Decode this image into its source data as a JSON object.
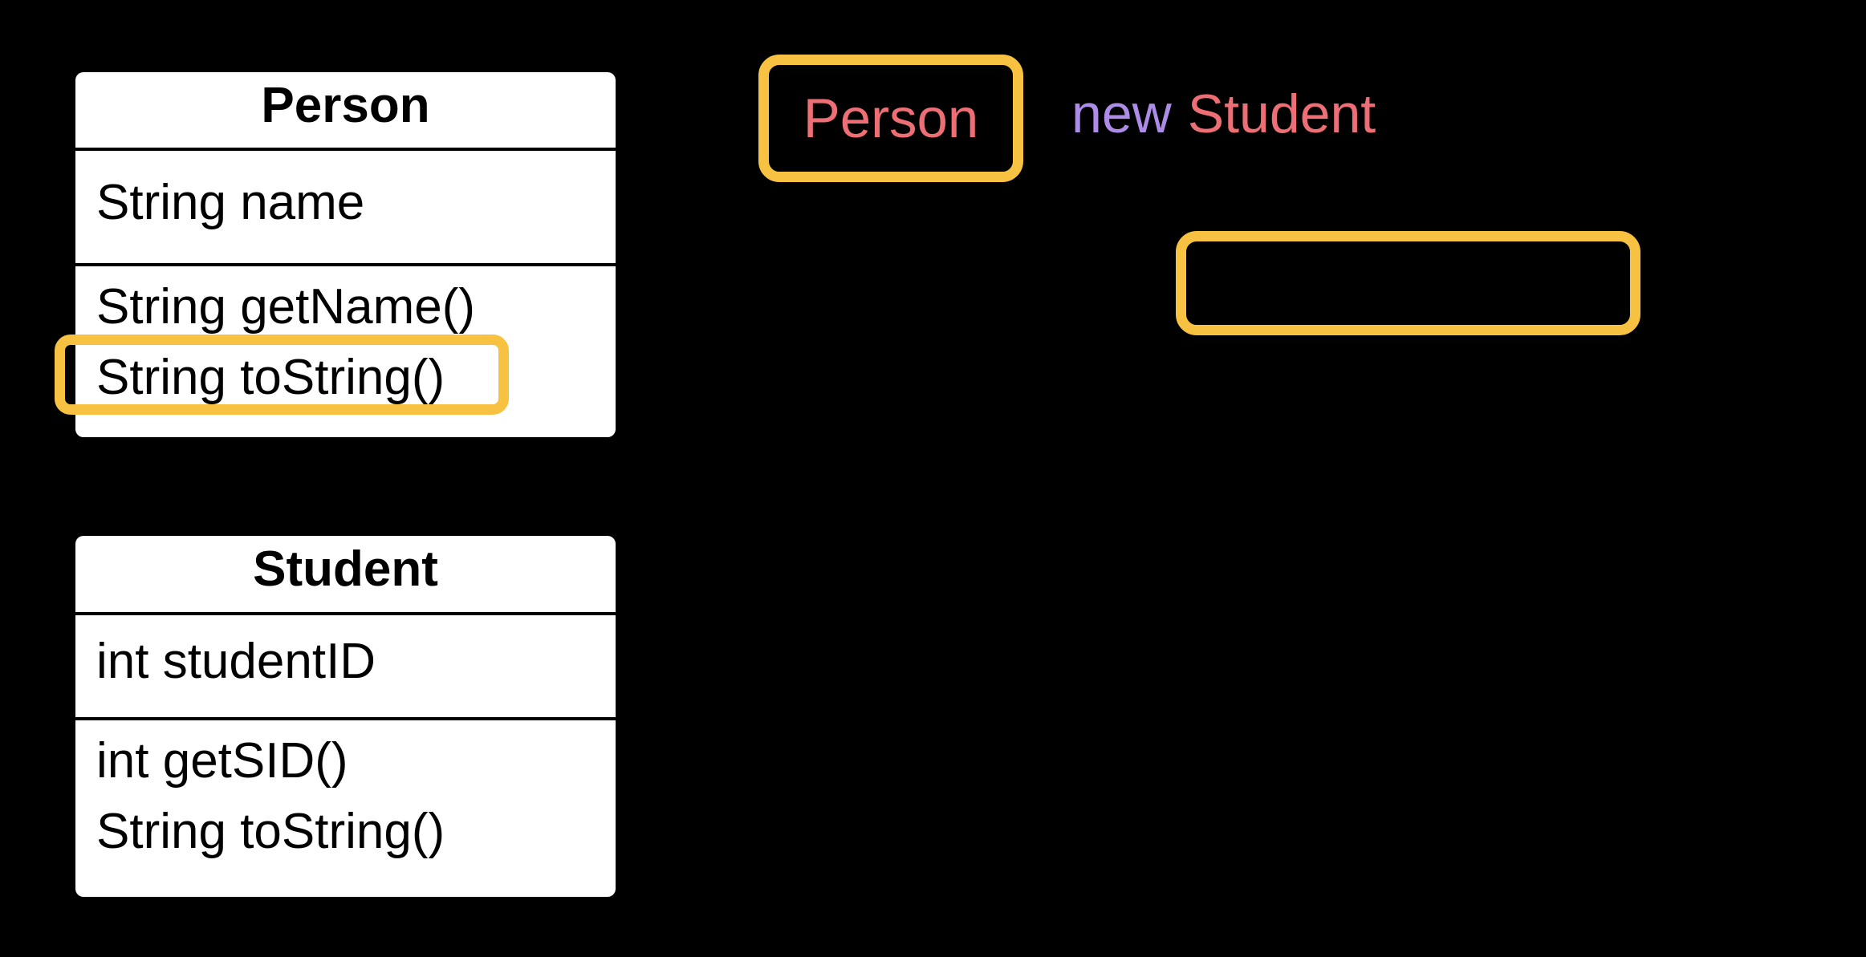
{
  "canvas": {
    "background": "#000000"
  },
  "colors": {
    "highlight_orange": "#F7C242",
    "type_red": "#ED6F75",
    "keyword_purple": "#AC8CE6",
    "uml_box_bg": "#FFFFFF",
    "uml_text": "#000000"
  },
  "uml_classes": [
    {
      "title": "Person",
      "attributes": [
        "String name"
      ],
      "methods": [
        "String getName()",
        "String toString()"
      ]
    },
    {
      "title": "Student",
      "attributes": [
        "int studentID"
      ],
      "methods": [
        "int getSID()",
        "String toString()"
      ]
    }
  ],
  "expression": {
    "type_label": "Person",
    "keyword": "new",
    "constructor_label": "Student"
  }
}
